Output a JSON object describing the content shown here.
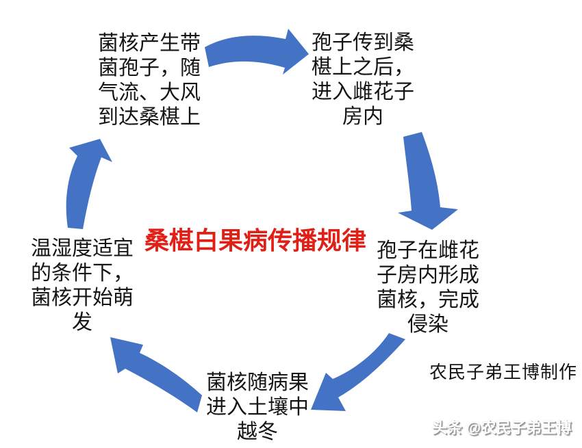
{
  "diagram": {
    "title": "桑椹白果病传播规律",
    "credit": "农民子弟王博制作",
    "watermark": "头条 @农民子弟王博"
  },
  "cycle_steps": [
    {
      "name": "sclerotia-produce-spores",
      "position": "top-left",
      "lines": [
        "菌核产生带",
        "菌孢子，随",
        "气流、大风",
        "到达桑椹上"
      ]
    },
    {
      "name": "spores-reach-mulberry",
      "position": "top-right",
      "lines": [
        "孢子传到桑",
        "椹上之后，",
        "进入雌花子",
        "房内"
      ]
    },
    {
      "name": "sclerotia-form-in-ovary",
      "position": "right",
      "lines": [
        "孢子在雌花",
        "子房内形成",
        "菌核，完成",
        "侵染"
      ]
    },
    {
      "name": "overwinter-in-soil",
      "position": "bottom",
      "lines": [
        "菌核随病果",
        "进入土壤中",
        "越冬"
      ]
    },
    {
      "name": "germination-when-suitable",
      "position": "left",
      "lines": [
        "温湿度适宜",
        "的条件下，",
        "菌核开始萌",
        "发"
      ]
    }
  ],
  "arrows": [
    "cycle-arrow-top",
    "cycle-arrow-right",
    "cycle-arrow-bottom-right",
    "cycle-arrow-bottom-left",
    "cycle-arrow-left"
  ],
  "colors": {
    "arrow": "#4472C4",
    "title": "#E02016",
    "text": "#151515",
    "watermark": "#FFFFFF"
  }
}
